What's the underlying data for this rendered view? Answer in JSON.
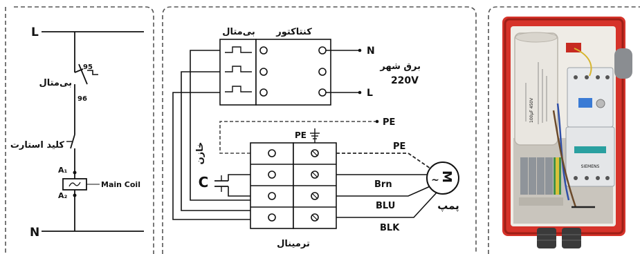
{
  "ladder": {
    "line_label": "L",
    "neutral_label": "N",
    "overload_label": "بی‌متال",
    "overload_contact_top": "95",
    "overload_contact_bottom": "96",
    "start_switch_label": "کلید استارت",
    "coil_terminal_top": "A₁",
    "coil_terminal_bottom": "A₂",
    "coil_label": "Main Coil"
  },
  "wiring": {
    "contactor_label": "کنتاکتور",
    "overload_label": "بی‌متال",
    "supply_label_line1": "برق شهر",
    "supply_label_line2": "220V",
    "n_label": "N",
    "l_label": "L",
    "pe_top_label": "PE",
    "pe_terminal_label": "PE",
    "pe_motor_label": "PE",
    "capacitor_label": "خازن",
    "capacitor_symbol": "C",
    "wire_brn": "Brn",
    "wire_blu": "BLU",
    "wire_blk": "BLK",
    "motor_symbol": "M",
    "motor_tilde": "~",
    "pump_label": "پمپ",
    "terminal_label": "ترمینال"
  },
  "photo": {
    "capacitor_text": "100µF 450V",
    "contactor_brand": "SIEMENS"
  },
  "colors": {
    "line": "#111111",
    "panel_border": "#555555",
    "enclosure_red": "#d6332a",
    "enclosure_dark": "#9e1f17",
    "capacitor_body": "#e9e6e0",
    "terminal_grey": "#8f949a",
    "terminal_green": "#3f8f4a",
    "terminal_yellow": "#d8c23a"
  }
}
